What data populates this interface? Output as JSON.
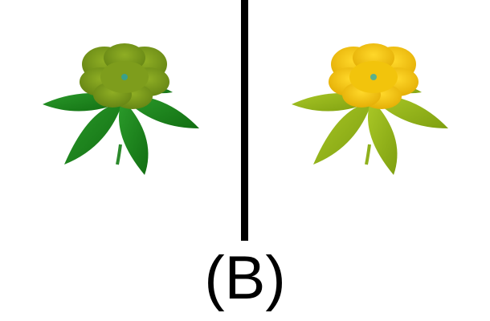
{
  "caption": {
    "text": "(B)"
  },
  "panels": [
    {
      "name": "left-flower",
      "flower_color": "#7d9a1a",
      "leaf_color": "#1f8a1f"
    },
    {
      "name": "right-flower",
      "flower_color": "#f2c40c",
      "leaf_color": "#97b81a"
    }
  ],
  "divider_color": "#000000"
}
